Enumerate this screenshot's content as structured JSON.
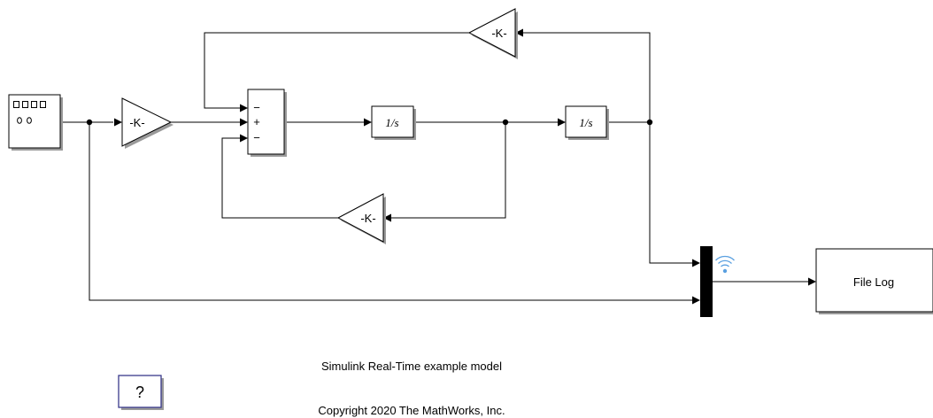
{
  "blocks": {
    "input_gain": {
      "label": "-K-"
    },
    "feedback_gain_top": {
      "label": "-K-"
    },
    "feedback_gain_bottom": {
      "label": "-K-"
    },
    "sum": {
      "signs": [
        "−",
        "+",
        "−"
      ]
    },
    "integrator_1": {
      "label": "1/s"
    },
    "integrator_2": {
      "label": "1/s"
    },
    "file_log": {
      "label": "File Log"
    },
    "help": {
      "label": "?"
    }
  },
  "annotations": {
    "title": "Simulink Real-Time example model",
    "copyright": "Copyright 2020 The MathWorks, Inc."
  },
  "colors": {
    "help_border": "#3a3a8c",
    "signal_icon": "#5aa0e0"
  }
}
